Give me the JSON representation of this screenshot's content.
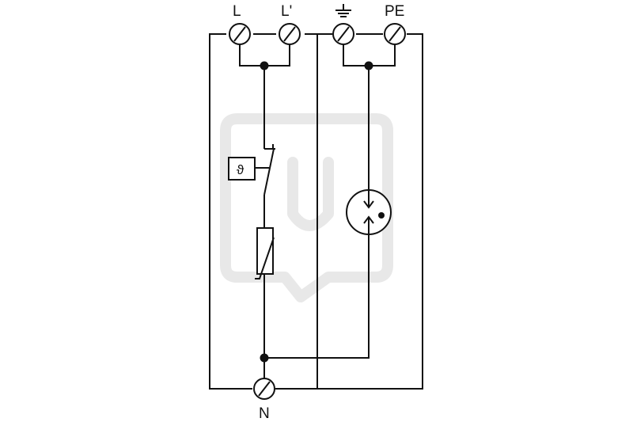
{
  "labels": {
    "terminal_l": "L",
    "terminal_l_prime": "L'",
    "terminal_pe": "PE",
    "terminal_n": "N",
    "thermal_symbol": "ϑ"
  },
  "icons": {
    "ground": "ground-icon",
    "gas_discharge_tube": "spark-gap-icon",
    "varistor": "varistor-icon",
    "thermal_disconnector": "thermal-switch-icon"
  }
}
